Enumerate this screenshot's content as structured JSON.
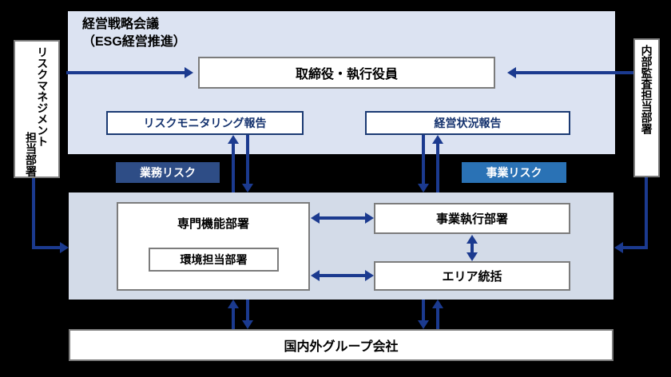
{
  "diagram": {
    "title_block": {
      "line1": "経営戦略会議",
      "line2": "（ESG経営推進）"
    },
    "side_boxes": {
      "left": {
        "col_right": "リスクマネジメント",
        "col_left": "担当部署"
      },
      "right": {
        "col_right": "内部監査担当部署"
      }
    },
    "top_panel": {
      "board_box": "取締役・執行役員",
      "report_left": "リスクモニタリング報告",
      "report_right": "経営状況報告"
    },
    "risk_badges": {
      "operational": "業務リスク",
      "business": "事業リスク"
    },
    "bottom_panel": {
      "functional_dept": "専門機能部署",
      "environment_dept": "環境担当部署",
      "business_exec_dept": "事業執行部署",
      "area_control": "エリア統括"
    },
    "group_companies": "国内外グループ会社",
    "colors": {
      "arrow": "#1b3a8f",
      "top_panel_bg": "#dce3f2",
      "bottom_panel_bg": "#d3dbe8",
      "badge_operational": "#2e4d86",
      "badge_business": "#2a72b5",
      "box_border": "#7c7c7c",
      "navy_border": "#1b3a73",
      "canvas": "#000000"
    }
  }
}
